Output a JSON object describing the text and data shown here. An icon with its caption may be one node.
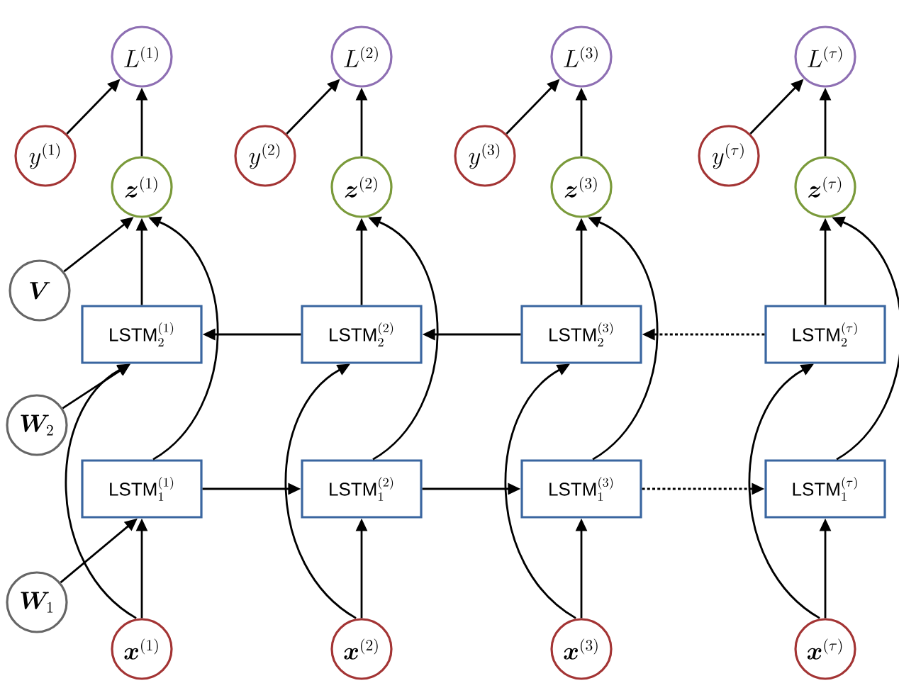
{
  "diagram": {
    "nodes": [
      {
        "text": [
          "L^{(1)}"
        ]
      },
      {
        "text": [
          "L^{(2)}"
        ]
      },
      {
        "text": [
          "L^{(3)}"
        ]
      },
      {
        "text": [
          "L^{(\\tau)}"
        ]
      },
      {
        "text": [
          "y^{(1)}"
        ]
      },
      {
        "text": [
          "y^{(2)}"
        ]
      },
      {
        "text": [
          "y^{(3)}"
        ]
      },
      {
        "text": [
          "y^{(\\tau)}"
        ]
      },
      {
        "text": [
          "\\boldsymbol{z}^{(1)}"
        ]
      },
      {
        "text": [
          "\\boldsymbol{z}^{(2)}"
        ]
      },
      {
        "text": [
          "\\boldsymbol{z}^{(3)}"
        ]
      },
      {
        "text": [
          "\\boldsymbol{z}^{(\\tau)}"
        ]
      },
      {
        "text": [
          "\\boldsymbol{V}"
        ]
      },
      {
        "text": [
          "\\mbox{LSTM}^{(1)}_{2}"
        ]
      },
      {
        "text": [
          "\\mbox{LSTM}^{(2)}_{2}"
        ]
      },
      {
        "text": [
          "\\mbox{LSTM}^{(3)}_{2}"
        ]
      },
      {
        "text": [
          "\\mbox{LSTM}^{(\\tau)}_{2}"
        ]
      },
      {
        "text": [
          "\\boldsymbol{W}_{2}"
        ]
      },
      {
        "text": [
          "\\mbox{LSTM}^{(1)}_{1}"
        ]
      },
      {
        "text": [
          "\\mbox{LSTM}^{(2)}_{1}"
        ]
      },
      {
        "text": [
          "\\mbox{LSTM}^{(3)}_{1}"
        ]
      },
      {
        "text": [
          "\\mbox{LSTM}^{(\\tau)}_{1}"
        ]
      },
      {
        "text": [
          "\\boldsymbol{W}_{1}"
        ]
      },
      {
        "text": [
          "\\boldsymbol{x}^{(1)}"
        ]
      },
      {
        "text": [
          "\\boldsymbol{x}^{(2)}"
        ]
      },
      {
        "text": [
          "\\boldsymbol{x}^{(3)}"
        ]
      },
      {
        "text": [
          "\\boldsymbol{x}^{(\\tau)}"
        ]
      }
    ],
    "edges": [
      {
        "from": 4,
        "to": 0,
        "arrow": "to"
      },
      {
        "from": 8,
        "to": 0,
        "arrow": "to"
      },
      {
        "from": 5,
        "to": 1,
        "arrow": "to"
      },
      {
        "from": 9,
        "to": 1,
        "arrow": "to"
      },
      {
        "from": 6,
        "to": 2,
        "arrow": "to"
      },
      {
        "from": 10,
        "to": 2,
        "arrow": "to"
      },
      {
        "from": 7,
        "to": 3,
        "arrow": "to"
      },
      {
        "from": 11,
        "to": 3,
        "arrow": "to"
      },
      {
        "from": 12,
        "to": 8,
        "arrow": "to"
      },
      {
        "from": 13,
        "to": 8,
        "arrow": "to"
      },
      {
        "from": 18,
        "to": 8,
        "arrow": "to"
      },
      {
        "from": 14,
        "to": 9,
        "arrow": "to"
      },
      {
        "from": 19,
        "to": 9,
        "arrow": "to"
      },
      {
        "from": 15,
        "to": 10,
        "arrow": "to"
      },
      {
        "from": 20,
        "to": 10,
        "arrow": "to"
      },
      {
        "from": 16,
        "to": 11,
        "arrow": "to"
      },
      {
        "from": 21,
        "to": 11,
        "arrow": "to"
      },
      {
        "from": 14,
        "to": 13,
        "arrow": "to"
      },
      {
        "from": 15,
        "to": 14,
        "arrow": "to"
      },
      {
        "from": 16,
        "to": 15,
        "arrow": "to",
        "style": "dashed"
      },
      {
        "from": 17,
        "to": 13,
        "arrow": "to"
      },
      {
        "from": 23,
        "to": 13,
        "arrow": "to"
      },
      {
        "from": 24,
        "to": 14,
        "arrow": "to"
      },
      {
        "from": 25,
        "to": 15,
        "arrow": "to"
      },
      {
        "from": 26,
        "to": 16,
        "arrow": "to"
      },
      {
        "from": 18,
        "to": 19,
        "arrow": "to"
      },
      {
        "from": 19,
        "to": 20,
        "arrow": "to"
      },
      {
        "from": 20,
        "to": 21,
        "arrow": "to",
        "style": "dashed"
      },
      {
        "from": 22,
        "to": 18,
        "arrow": "to"
      },
      {
        "from": 23,
        "to": 18,
        "arrow": "to"
      },
      {
        "from": 24,
        "to": 19,
        "arrow": "to"
      },
      {
        "from": 25,
        "to": 20,
        "arrow": "to"
      },
      {
        "from": 26,
        "to": 21,
        "arrow": "to"
      }
    ]
  }
}
